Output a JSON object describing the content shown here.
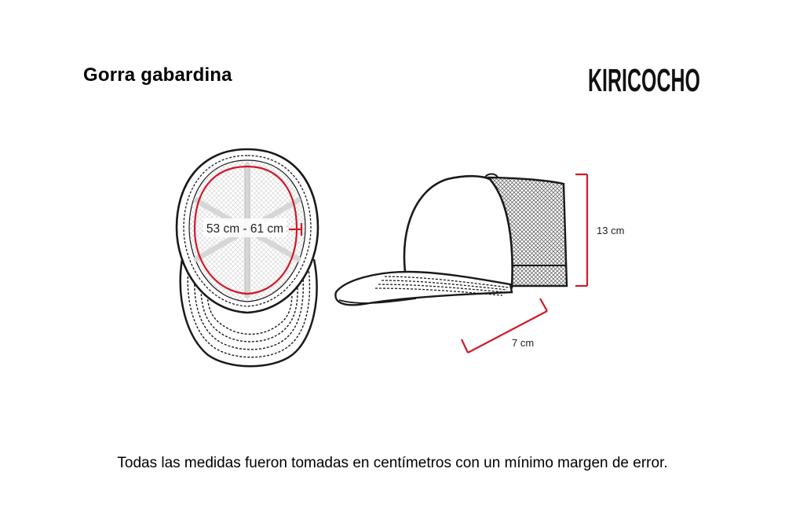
{
  "title": "Gorra gabardina",
  "brand": "KIRICOCHO",
  "measurements": {
    "circumference": "53 cm - 61 cm",
    "height": "13 cm",
    "visor": "7 cm"
  },
  "footer": "Todas las medidas fueron tomadas en centímetros con un mínimo margen de error.",
  "colors": {
    "accent": "#d0192b",
    "outline": "#1a1a1a"
  }
}
